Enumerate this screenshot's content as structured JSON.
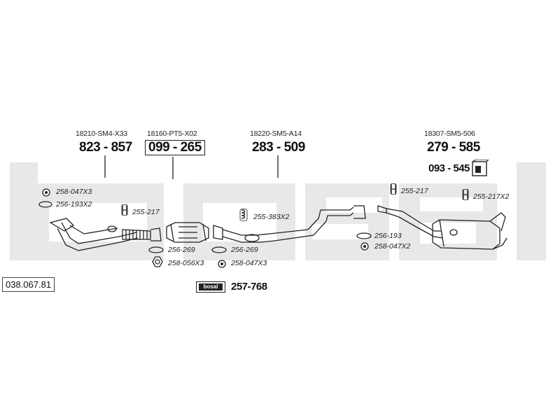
{
  "catalog_ref": "038.067.81",
  "brand": "bosal",
  "sections": [
    {
      "oem": "18210-SM4-X33",
      "part": "823 - 857"
    },
    {
      "oem": "18160-PT5-X02",
      "part": "099 - 265"
    },
    {
      "oem": "18220-SM5-A14",
      "part": "283 - 509"
    },
    {
      "oem": "18307-SM5-506",
      "part": "279 - 585",
      "mount": "093 - 545"
    }
  ],
  "accessories": [
    {
      "id": "nut-258-047x3-a",
      "label": "258-047X3",
      "icon": "nut-icon"
    },
    {
      "id": "gasket-256-193x2",
      "label": "256-193X2",
      "icon": "ring-gasket-icon"
    },
    {
      "id": "clamp-255-217-a",
      "label": "255-217",
      "icon": "clamp-icon"
    },
    {
      "id": "gasket-256-269-a",
      "label": "256-269",
      "icon": "ring-gasket-icon"
    },
    {
      "id": "nut-258-056x3",
      "label": "258-056X3",
      "icon": "hex-nut-icon"
    },
    {
      "id": "gasket-256-269-b",
      "label": "256-269",
      "icon": "ring-gasket-icon"
    },
    {
      "id": "nut-258-047x3-b",
      "label": "258-047X3",
      "icon": "nut-icon"
    },
    {
      "id": "spring-255-383x2",
      "label": "255-383X2",
      "icon": "spring-icon"
    },
    {
      "id": "clamp-255-217-b",
      "label": "255-217",
      "icon": "clamp-icon"
    },
    {
      "id": "clamp-255-217x2",
      "label": "255-217X2",
      "icon": "clamp-icon"
    },
    {
      "id": "gasket-256-193",
      "label": "256-193",
      "icon": "ring-gasket-icon"
    },
    {
      "id": "nut-258-047x2",
      "label": "258-047X2",
      "icon": "nut-icon"
    }
  ],
  "kit": {
    "label": "257-768",
    "badge": "bosal"
  }
}
